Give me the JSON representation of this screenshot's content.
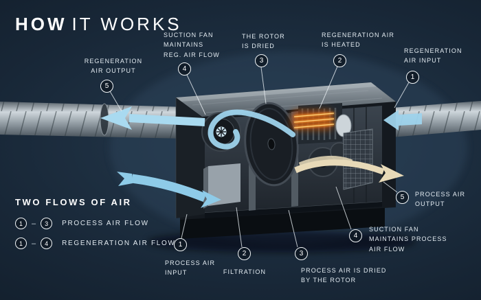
{
  "title": {
    "word_bold": "HOW",
    "word_light": "IT WORKS"
  },
  "legend": {
    "heading": "TWO FLOWS OF AIR",
    "rows": [
      {
        "from": "1",
        "dash": "–",
        "to": "3",
        "label": "PROCESS AIR FLOW"
      },
      {
        "from": "1",
        "dash": "–",
        "to": "4",
        "label": "REGENERATION AIR FLOW"
      }
    ]
  },
  "callouts": {
    "reg_output": {
      "number": "5",
      "label": "REGENERATION\nAIR OUTPUT"
    },
    "suction_reg": {
      "number": "4",
      "label": "SUCTION FAN\nMAINTAINS\nREG. AIR FLOW"
    },
    "rotor_dried": {
      "number": "3",
      "label": "THE ROTOR\nIS DRIED"
    },
    "reg_heated": {
      "number": "2",
      "label": "REGENERATION AIR\nIS HEATED"
    },
    "reg_input": {
      "number": "1",
      "label": "REGENERATION\nAIR INPUT"
    },
    "process_output": {
      "number": "5",
      "label": "PROCESS AIR\nOUTPUT"
    },
    "suction_process": {
      "number": "4",
      "label": "SUCTION FAN\nMAINTAINS PROCESS\nAIR FLOW"
    },
    "process_dried": {
      "number": "3",
      "label": "PROCESS AIR IS DRIED\nBY THE ROTOR"
    },
    "filtration": {
      "number": "2",
      "label": "FILTRATION"
    },
    "process_input": {
      "number": "1",
      "label": "PROCESS AIR\nINPUT"
    }
  },
  "colors": {
    "background": "#182737",
    "process_air": "#8ecbe8",
    "regeneration_air": "#a9daf0",
    "dry_air_out": "#e8dab8",
    "heater": "#ff8c1e"
  }
}
